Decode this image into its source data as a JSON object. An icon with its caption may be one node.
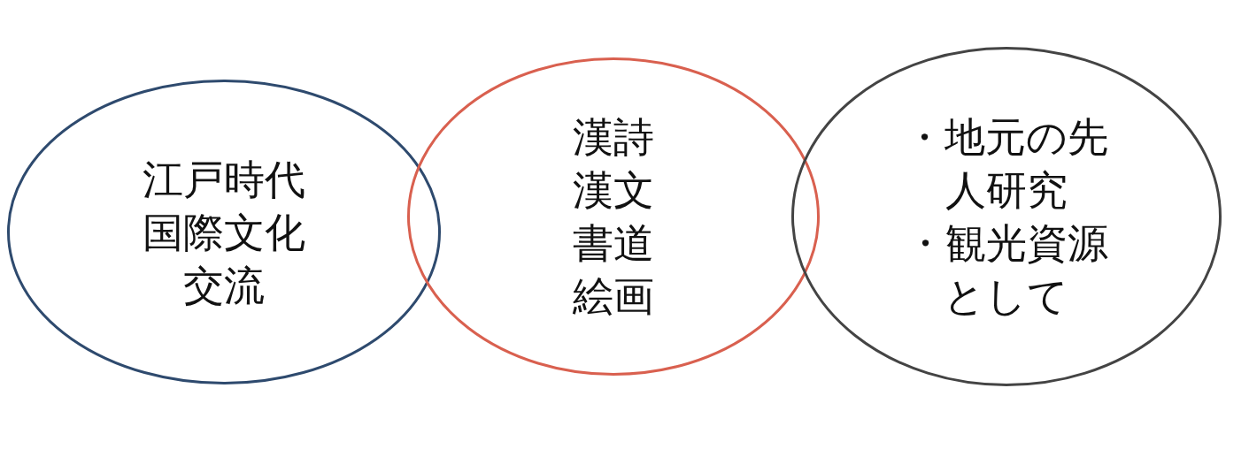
{
  "diagram": {
    "nodes": [
      {
        "text": [
          "江戸時代国際文化交流"
        ]
      },
      {
        "text": [
          "漢詩",
          "漢文",
          "書道",
          "絵画"
        ]
      },
      {
        "text": [
          "・地元の先人研究",
          "・観光資源として"
        ]
      }
    ]
  }
}
